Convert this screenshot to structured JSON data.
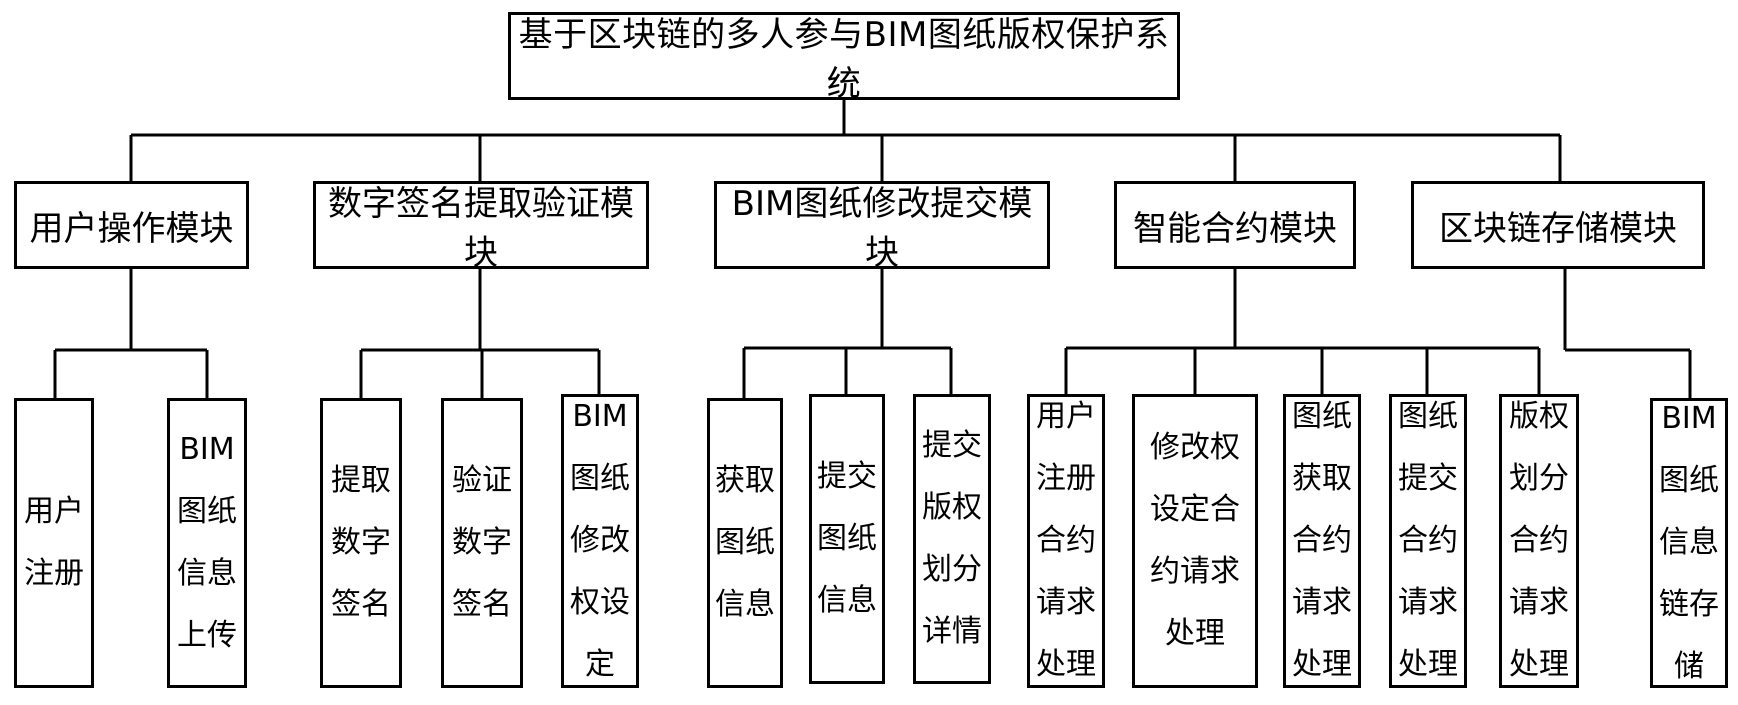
{
  "root": {
    "title": "基于区块链的多人参与BIM图纸版权保护系统"
  },
  "modules": [
    {
      "label": "用户操作模块",
      "children": [
        {
          "lines": [
            "用户",
            "注册"
          ]
        },
        {
          "lines": [
            "BIM",
            "图纸",
            "信息",
            "上传"
          ]
        }
      ]
    },
    {
      "label": "数字签名提取验证模块",
      "children": [
        {
          "lines": [
            "提取",
            "数字",
            "签名"
          ]
        },
        {
          "lines": [
            "验证",
            "数字",
            "签名"
          ]
        },
        {
          "lines": [
            "BIM",
            "图纸",
            "修改",
            "权设",
            "定"
          ]
        }
      ]
    },
    {
      "label": "BIM图纸修改提交模块",
      "children": [
        {
          "lines": [
            "获取",
            "图纸",
            "信息"
          ]
        },
        {
          "lines": [
            "提交",
            "图纸",
            "信息"
          ]
        },
        {
          "lines": [
            "提交",
            "版权",
            "划分",
            "详情"
          ]
        }
      ]
    },
    {
      "label": "智能合约模块",
      "children": [
        {
          "lines": [
            "用户",
            "注册",
            "合约",
            "请求",
            "处理"
          ]
        },
        {
          "lines": [
            "修改权",
            "设定合",
            "约请求",
            "处理"
          ]
        },
        {
          "lines": [
            "图纸",
            "获取",
            "合约",
            "请求",
            "处理"
          ]
        },
        {
          "lines": [
            "图纸",
            "提交",
            "合约",
            "请求",
            "处理"
          ]
        },
        {
          "lines": [
            "版权",
            "划分",
            "合约",
            "请求",
            "处理"
          ]
        }
      ]
    },
    {
      "label": "区块链存储模块",
      "children": [
        {
          "lines": [
            "BIM",
            "图纸",
            "信息",
            "链存",
            "储"
          ]
        }
      ]
    }
  ]
}
